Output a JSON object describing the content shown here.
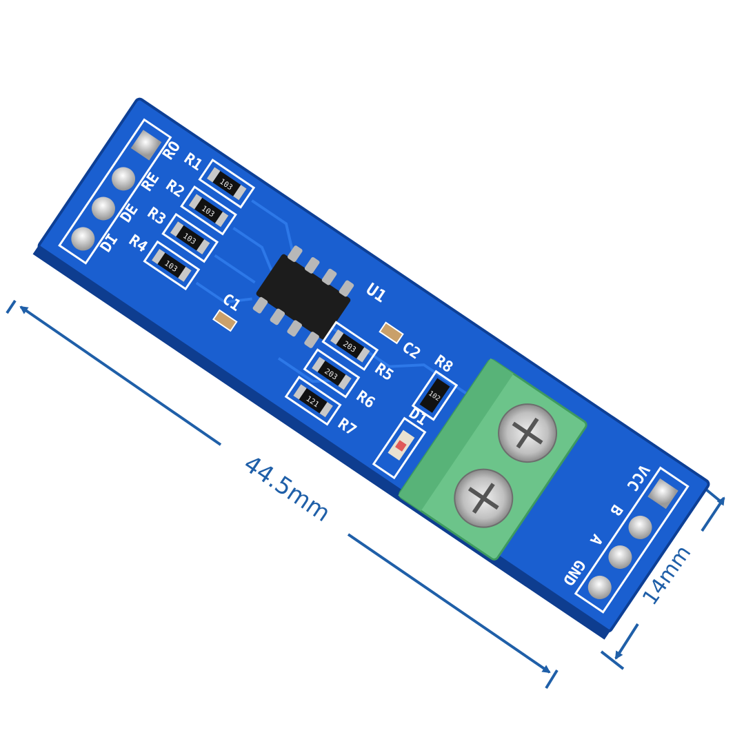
{
  "dimensions": {
    "length": "44.5mm",
    "width": "14mm",
    "color": "#1f5fa8"
  },
  "board": {
    "pcb_color": "#1a5fd0",
    "terminal_color": "#6cc48a",
    "left_header_labels": [
      "RO",
      "RE",
      "DE",
      "DI"
    ],
    "right_header_labels": [
      "VCC",
      "B",
      "A",
      "GND"
    ],
    "resistor_labels": [
      "R1",
      "R2",
      "R3",
      "R4",
      "R5",
      "R6",
      "R7",
      "R8"
    ],
    "resistor_codes": [
      "103",
      "103",
      "103",
      "103",
      "203",
      "203",
      "121",
      "102"
    ],
    "capacitor_labels": [
      "C1",
      "C2"
    ],
    "chip_label": "U1",
    "led_label": "D1"
  }
}
